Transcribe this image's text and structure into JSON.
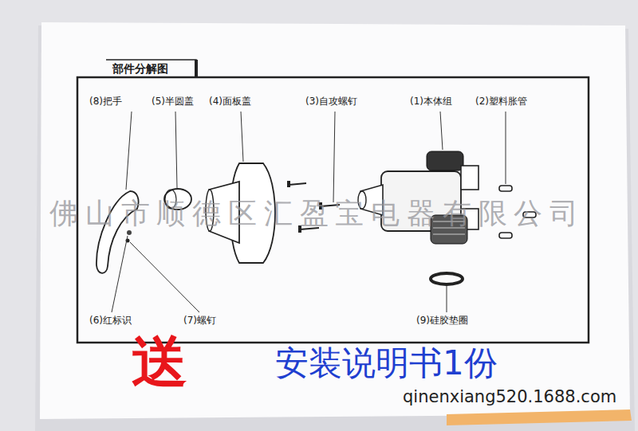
{
  "diagram": {
    "title": "部件分解图",
    "labels": [
      "(8)把手",
      "(5)半圆盖",
      "(4)面板盖",
      "(3)自攻螺钉",
      "(1)本体组",
      "(2)塑料胀管",
      "佛山市顺德区汇盈宝电器有限公司",
      "(6)红标识",
      "(7)螺钉",
      "(9)硅胶垫圈",
      "送",
      "安装说明书1份",
      "qinenxiang520.1688.com"
    ]
  }
}
